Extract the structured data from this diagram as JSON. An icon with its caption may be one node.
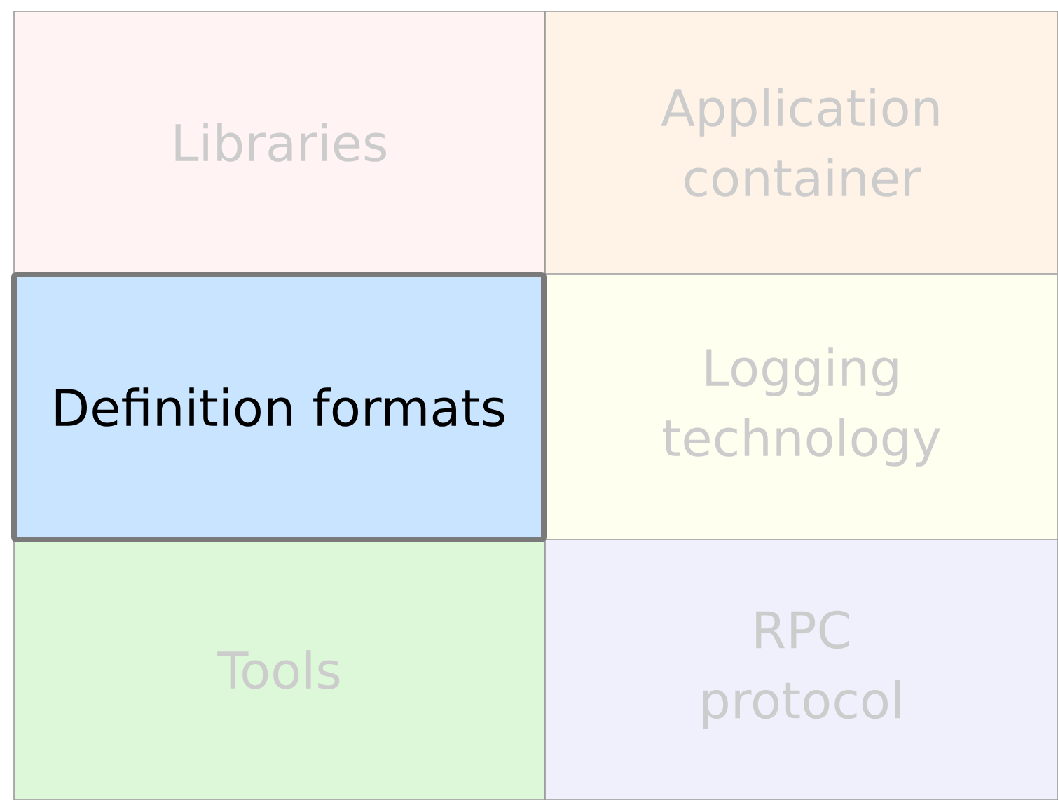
{
  "diagram": {
    "nodes": [
      {
        "text": [
          "Libraries"
        ]
      },
      {
        "text": [
          "Application container"
        ]
      },
      {
        "text": [
          "Definition formats"
        ]
      },
      {
        "text": [
          "Logging technology"
        ]
      },
      {
        "text": [
          "Tools"
        ]
      },
      {
        "text": [
          "RPC protocol"
        ]
      }
    ]
  }
}
